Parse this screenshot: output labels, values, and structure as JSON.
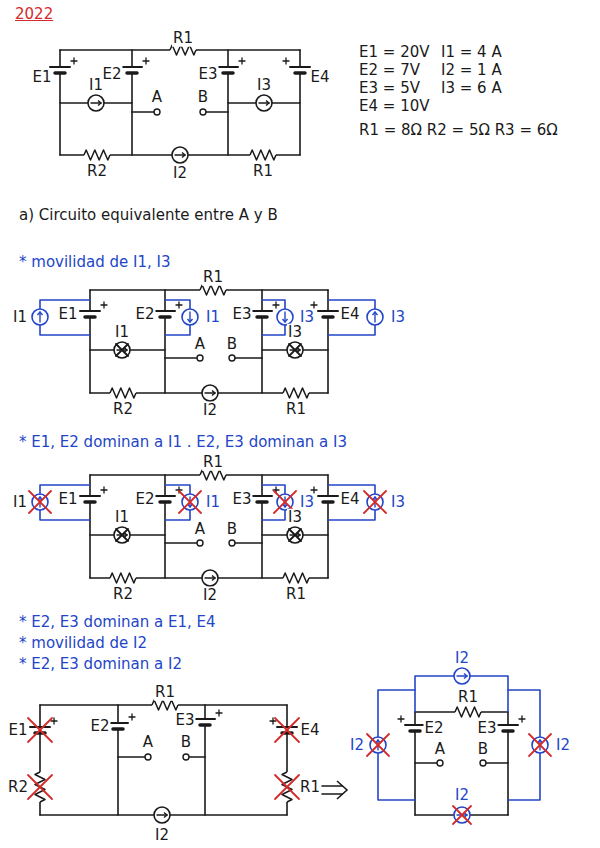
{
  "diagram": {
    "title": "2022",
    "labels": [
      "R1",
      "E1",
      "I1",
      "E2",
      "A",
      "B",
      "E3",
      "I3",
      "E4",
      "R2",
      "I2",
      "R1",
      "E1 = 20V",
      "E2 = 7V",
      "E3 = 5V",
      "E4 = 10V",
      "I1 = 4 A",
      "I2 = 1 A",
      "I3 = 6 A",
      "R1 = 8Ω R2 = 5Ω R3 = 6Ω",
      "a) Circuito equivalente entre A y B",
      "* movilidad de I1, I3",
      "R1",
      "I1",
      "E1",
      "I1",
      "E2",
      "I1",
      "A",
      "B",
      "E3",
      "I3",
      "I3",
      "E4",
      "I3",
      "R2",
      "I2",
      "R1",
      "* E1, E2 dominan a I1 . E2, E3 dominan a I3",
      "R1",
      "I1",
      "E1",
      "I1",
      "E2",
      "I1",
      "A",
      "B",
      "E3",
      "I3",
      "I3",
      "E4",
      "I3",
      "R2",
      "I2",
      "R1",
      "* E2, E3 dominan a E1, E4",
      "* movilidad de I2",
      "* E2, E3 dominan a I2",
      "R1",
      "E1",
      "E2",
      "A",
      "B",
      "E3",
      "E4",
      "R2",
      "R1",
      "I2",
      "I2",
      "R1",
      "I2",
      "E2",
      "A",
      "B",
      "E3",
      "I2",
      "I2"
    ]
  }
}
